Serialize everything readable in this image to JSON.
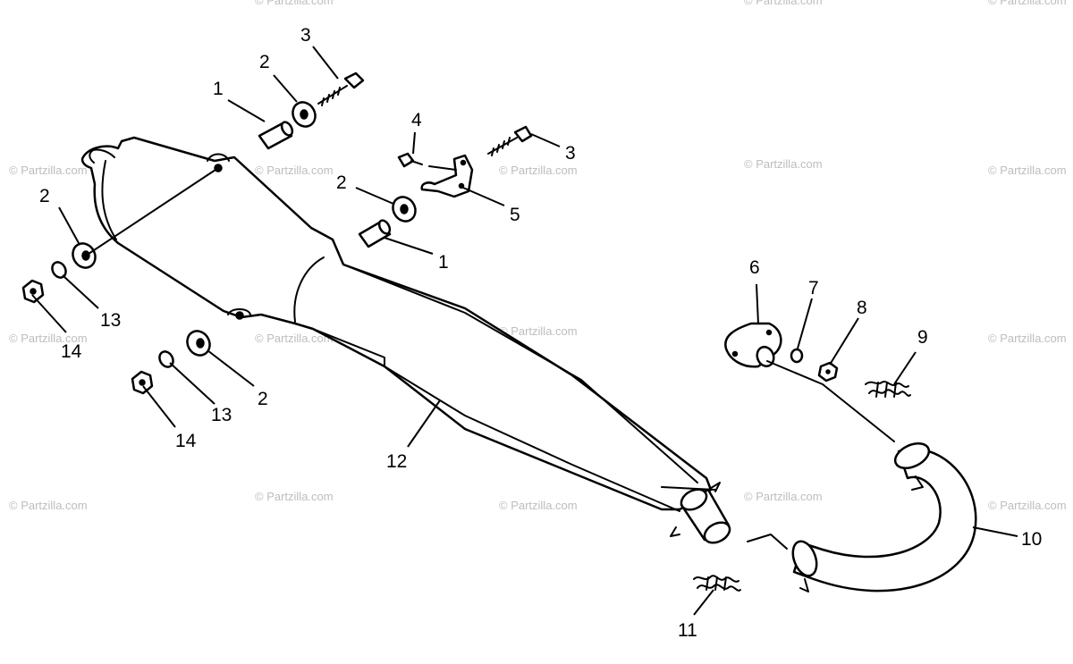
{
  "watermark": "© Partzilla.com",
  "callouts": [
    {
      "id": "1a",
      "text": "1"
    },
    {
      "id": "2a",
      "text": "2"
    },
    {
      "id": "3a",
      "text": "3"
    },
    {
      "id": "4",
      "text": "4"
    },
    {
      "id": "3b",
      "text": "3"
    },
    {
      "id": "2b",
      "text": "2"
    },
    {
      "id": "5",
      "text": "5"
    },
    {
      "id": "1b",
      "text": "1"
    },
    {
      "id": "2c",
      "text": "2"
    },
    {
      "id": "13a",
      "text": "13"
    },
    {
      "id": "14a",
      "text": "14"
    },
    {
      "id": "2d",
      "text": "2"
    },
    {
      "id": "13b",
      "text": "13"
    },
    {
      "id": "14b",
      "text": "14"
    },
    {
      "id": "6",
      "text": "6"
    },
    {
      "id": "7",
      "text": "7"
    },
    {
      "id": "8",
      "text": "8"
    },
    {
      "id": "9",
      "text": "9"
    },
    {
      "id": "10",
      "text": "10"
    },
    {
      "id": "11",
      "text": "11"
    },
    {
      "id": "12",
      "text": "12"
    }
  ]
}
